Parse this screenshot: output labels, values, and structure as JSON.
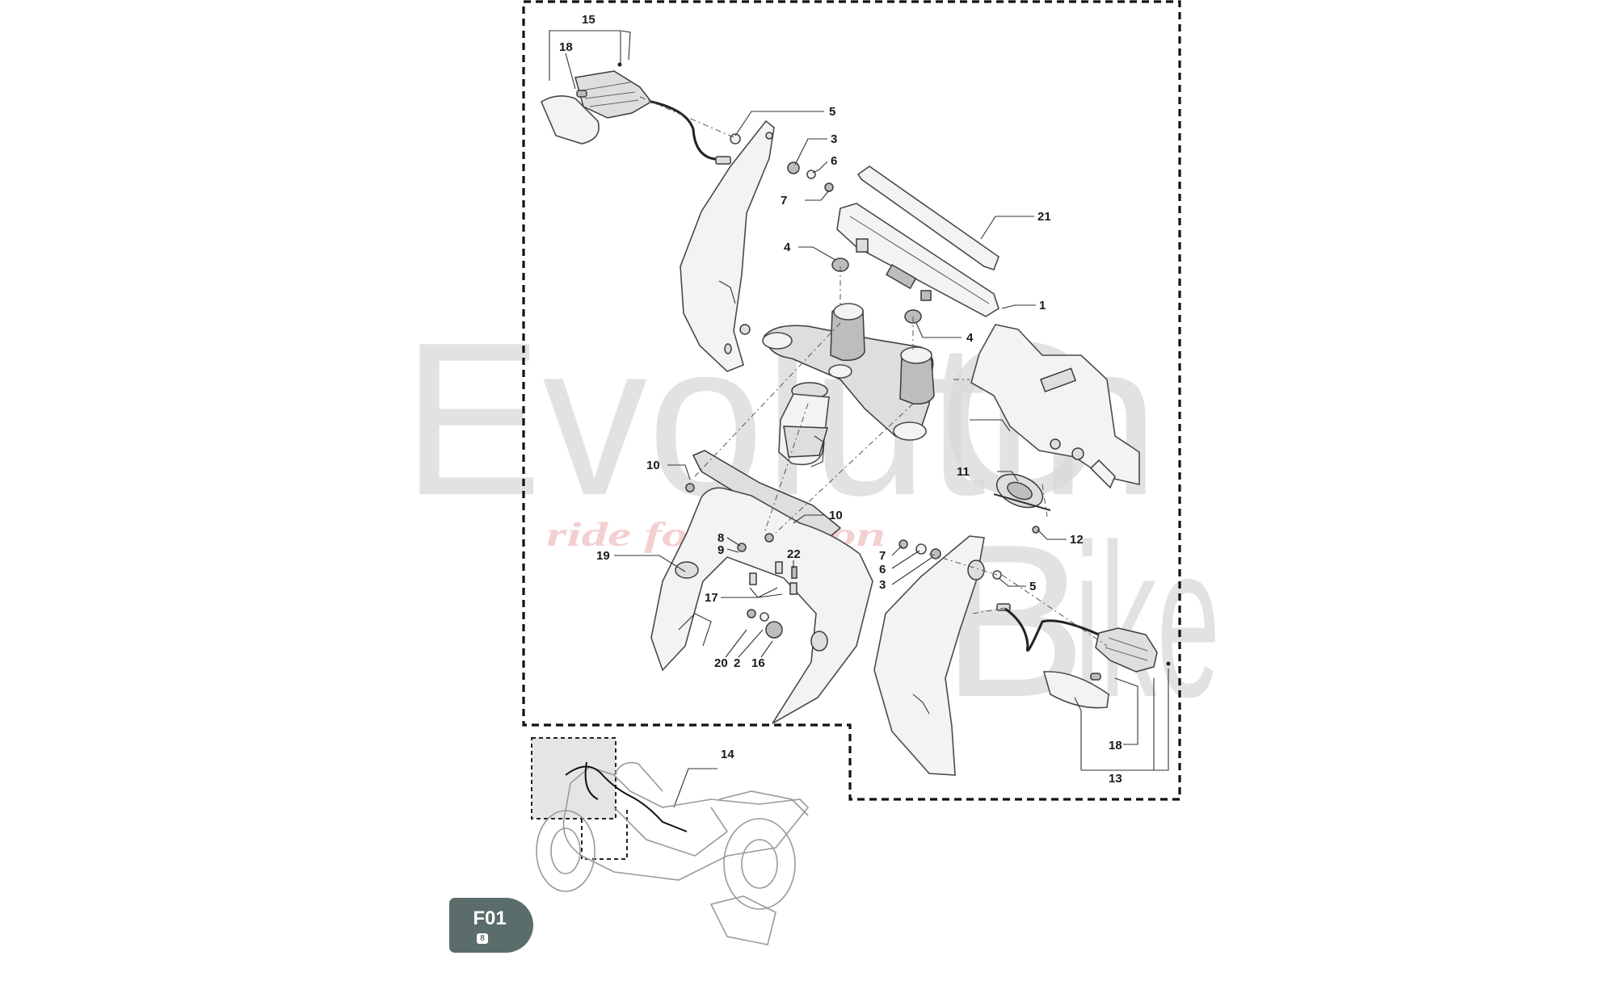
{
  "watermark": {
    "brand_left": "Evoluti",
    "brand_o": "O",
    "brand_n": "n",
    "brand_b": "B",
    "brand_ike": "ike",
    "tagline": "ride for passion"
  },
  "badge": {
    "code": "F01",
    "sub": "8"
  },
  "callouts": {
    "c15": "15",
    "c18a": "18",
    "c5a": "5",
    "c3a": "3",
    "c6a": "6",
    "c7a": "7",
    "c21": "21",
    "c4a": "4",
    "c1": "1",
    "c4b": "4",
    "c10a": "10",
    "c11": "11",
    "c10b": "10",
    "c12": "12",
    "c8": "8",
    "c9": "9",
    "c22": "22",
    "c19": "19",
    "c7b": "7",
    "c6b": "6",
    "c3b": "3",
    "c5b": "5",
    "c17": "17",
    "c20": "20",
    "c2": "2",
    "c16": "16",
    "c18b": "18",
    "c13": "13",
    "c14": "14"
  },
  "colors": {
    "badge_bg": "#5b6d6a",
    "outline": "#1a1a1a",
    "watermark": "#d9d9d9"
  }
}
